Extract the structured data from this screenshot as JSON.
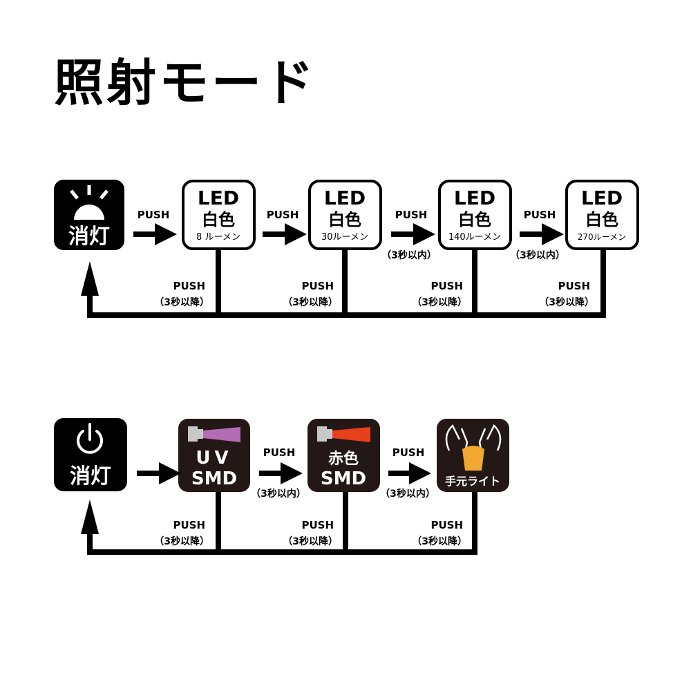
{
  "title": "照射モード",
  "colors": {
    "black": "#000000",
    "dark_box": "#231815",
    "uv": "#b56bb5",
    "red": "#e8401c",
    "hand_light": "#f0a830",
    "led_gray": "#c8c8c8"
  },
  "push": "PUSH",
  "within3": "（3秒以内）",
  "after3": "（3秒以降）",
  "off_label": "消灯",
  "row1": {
    "off_icon": "light-off-icon",
    "modes": [
      {
        "line1": "LED",
        "line2": "白色",
        "line3": "8 ルーメン"
      },
      {
        "line1": "LED",
        "line2": "白色",
        "line3": "30ルーメン"
      },
      {
        "line1": "LED",
        "line2": "白色",
        "line3": "140ルーメン"
      },
      {
        "line1": "LED",
        "line2": "白色",
        "line3": "270ルーメン"
      }
    ]
  },
  "row2": {
    "off_icon": "power-icon",
    "modes": [
      {
        "line1": "UV",
        "line2": "SMD",
        "icon": "uv-led-icon"
      },
      {
        "line1": "赤色",
        "line2": "SMD",
        "icon": "red-led-icon"
      },
      {
        "line1": "手元ライト",
        "icon": "hand-light-icon"
      }
    ]
  }
}
